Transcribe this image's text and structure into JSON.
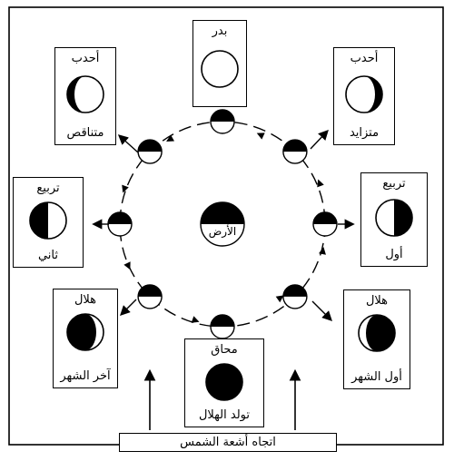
{
  "diagram": {
    "earth_label": "الأرض",
    "sun_rays_label": "اتجاه أشعة الشمس",
    "phases": [
      {
        "key": "full",
        "top": "بدر",
        "bottom": ""
      },
      {
        "key": "waxing-gibbous",
        "top": "أحدب",
        "bottom": "متزايد"
      },
      {
        "key": "first-quarter",
        "top": "تربيع",
        "bottom": "أول"
      },
      {
        "key": "waxing-crescent",
        "top": "هلال",
        "bottom": "أول الشهر"
      },
      {
        "key": "new",
        "top": "محاق",
        "bottom": "تولد الهلال"
      },
      {
        "key": "waning-crescent",
        "top": "هلال",
        "bottom": "آخر الشهر"
      },
      {
        "key": "third-quarter",
        "top": "تربيع",
        "bottom": "ثاني"
      },
      {
        "key": "waning-gibbous",
        "top": "أحدب",
        "bottom": "متناقص"
      }
    ]
  }
}
